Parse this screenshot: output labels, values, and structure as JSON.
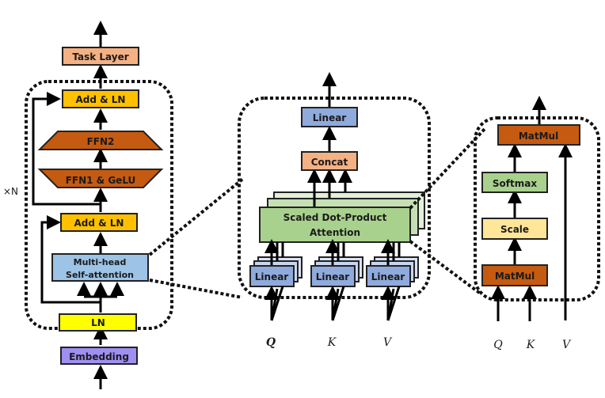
{
  "colors": {
    "task_layer": "#f4b183",
    "add_ln": "#ffc000",
    "ffn": "#c55a11",
    "mhsa": "#9dc3e6",
    "ln": "#ffff00",
    "embedding": "#9f8ff0",
    "linear": "#8faadc",
    "linear_back": "#c9d6ef",
    "concat": "#f4b183",
    "sdpa": "#a9d18e",
    "sdpa_back": "#d6ebcb",
    "softmax": "#a9d18e",
    "scale": "#ffe699",
    "matmul": "#c55a11"
  },
  "encoder": {
    "task_layer": "Task Layer",
    "add_ln_top": "Add & LN",
    "ffn2": "FFN2",
    "ffn1": "FFN1 & GeLU",
    "add_ln_bottom": "Add & LN",
    "mhsa_line1": "Multi-head",
    "mhsa_line2": "Self-attention",
    "ln": "LN",
    "embedding": "Embedding",
    "repeat": "×N"
  },
  "multihead": {
    "linear_out": "Linear",
    "concat": "Concat",
    "sdpa_line1": "Scaled Dot-Product",
    "sdpa_line2": "Attention",
    "linear_q": "Linear",
    "linear_k": "Linear",
    "linear_v": "Linear",
    "input_q": "Q",
    "input_k": "K",
    "input_v": "V"
  },
  "sdpa": {
    "matmul_top": "MatMul",
    "softmax": "Softmax",
    "scale": "Scale",
    "matmul_bottom": "MatMul",
    "input_q": "Q",
    "input_k": "K",
    "input_v": "V"
  }
}
